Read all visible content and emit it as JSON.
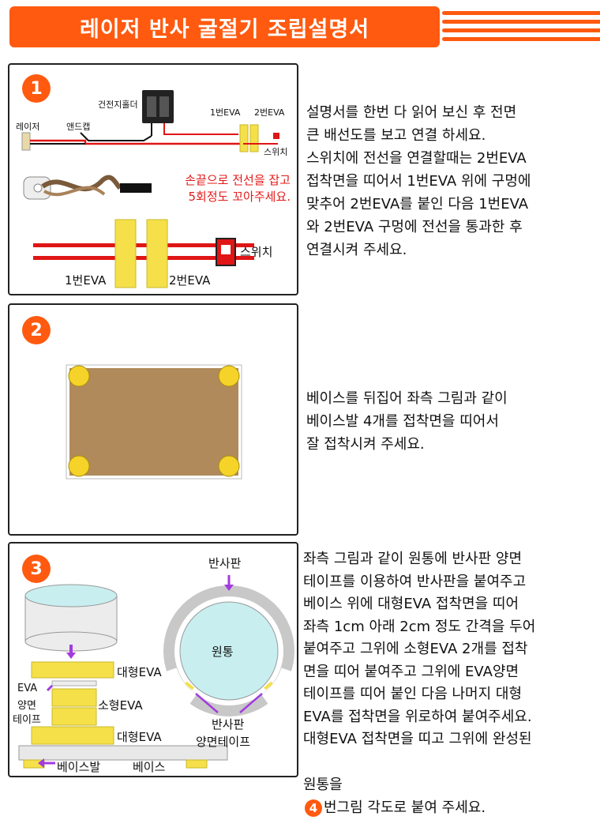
{
  "title": "레이저 반사 굴절기 조립설명서",
  "step1": {
    "number": "1",
    "labels": {
      "battery_holder": "건전지홀더",
      "laser": "레이저",
      "end_cap": "앤드캡",
      "eva1": "1번EVA",
      "eva2": "2번EVA",
      "switch": "스위치",
      "eva1_big": "1번EVA",
      "eva2_big": "2번EVA",
      "switch_big": "스위치"
    },
    "note": "손끝으로 전선을 잡고\n5회정도 꼬아주세요.",
    "description": "설명서를 한번 다 읽어 보신 후 전면\n큰 배선도를 보고 연결 하세요.\n스위치에 전선을 연결할때는 2번EVA\n접착면을 띠어서 1번EVA 위에 구멍에\n맞추어 2번EVA를 붙인 다음 1번EVA\n와 2번EVA 구멍에 전선을 통과한 후\n연결시켜 주세요."
  },
  "step2": {
    "number": "2",
    "description": "베이스를 뒤집어 좌측 그림과 같이\n베이스발 4개를 접착면을 띠어서\n잘 접착시켜 주세요."
  },
  "step3": {
    "number": "3",
    "labels": {
      "reflector_top": "반사판",
      "cylinder": "원통",
      "reflector_tape_1": "반사판",
      "reflector_tape_2": "양면테이프",
      "large_eva_top": "대형EVA",
      "eva_tape_1": "EVA",
      "eva_tape_2": "양면",
      "eva_tape_3": "테이프",
      "small_eva": "소형EVA",
      "large_eva_bottom": "대형EVA",
      "base_foot": "베이스발",
      "base": "베이스"
    },
    "description": "좌측 그림과 같이 원통에 반사판 양면\n테이프를 이용하여 반사판을 붙여주고\n베이스 위에 대형EVA 접착면을 띠어\n좌측 1cm 아래 2cm 정도 간격을 두어\n붙여주고 그위에 소형EVA 2개를 접착\n면을 띠어 붙여주고 그위에 EVA양면\n테이프를 띠어 붙인 다음 나머지 대형\nEVA를 접착면을 위로하여 붙여주세요.\n대형EVA 접착면을 띠고 그위에 완성된",
    "last_line_pre": "원통을",
    "last_line_badge": "4",
    "last_line_post": "번그림 각도로 붙여 주세요."
  },
  "colors": {
    "accent": "#ff5a10",
    "eva_yellow": "#f5e04a",
    "wire_red": "#e01515",
    "board": "#b08a5a",
    "cylinder": "#c8eef0"
  }
}
